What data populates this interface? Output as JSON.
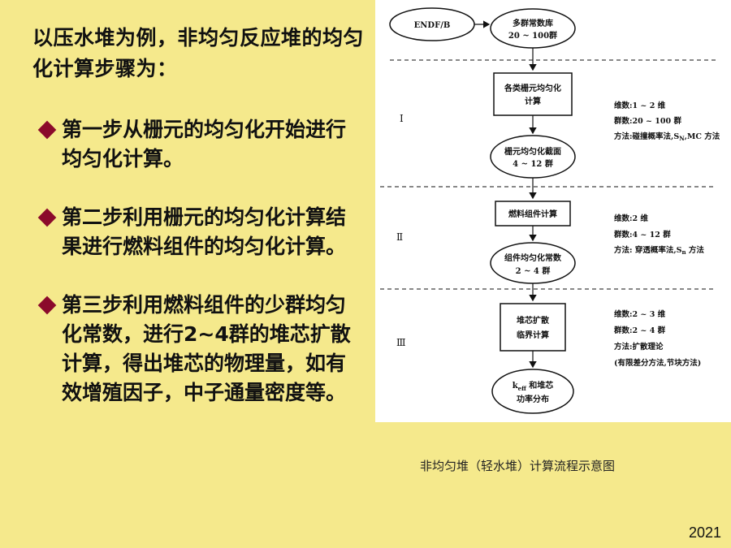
{
  "left": {
    "intro": "以压水堆为例，非均匀反应堆的均匀化计算步骤为：",
    "steps": [
      "第一步从栅元的均匀化开始进行均匀化计算。",
      "第二步利用栅元的均匀化计算结果进行燃料组件的均匀化计算。",
      "第三步利用燃料组件的少群均匀化常数，进行2~4群的堆芯扩散计算，得出堆芯的物理量，如有效增殖因子，中子通量密度等。"
    ]
  },
  "diagram": {
    "endf": "ENDF/B",
    "library": [
      "多群常数库",
      "20 ~ 100群"
    ],
    "cell_homog": [
      "各类栅元均匀化",
      "计算"
    ],
    "cell_xs": [
      "栅元均匀化截面",
      "4 ~ 12 群"
    ],
    "assembly_calc": "燃料组件计算",
    "assembly_const": [
      "组件均匀化常数",
      "2 ~ 4 群"
    ],
    "core_diffusion": [
      "堆芯扩散",
      "临界计算"
    ],
    "output": [
      "k",
      "eff",
      " 和堆芯",
      "功率分布"
    ],
    "stages": [
      "Ⅰ",
      "Ⅱ",
      "Ⅲ"
    ],
    "notes1": [
      "维数:1 ~ 2 维",
      "群数:20 ~ 100 群",
      "方法:碰撞概率法,S",
      "N",
      ",MC 方法"
    ],
    "notes2": [
      "维数:2 维",
      "群数:4 ~ 12 群",
      "方法: 穿透概率法,S",
      "n",
      " 方法"
    ],
    "notes3": [
      "维数:2 ~ 3 维",
      "群数:2 ~ 4 群",
      "方法:扩散理论",
      "(有限差分方法,节块方法)"
    ]
  },
  "caption": "非均匀堆（轻水堆）计算流程示意图",
  "footer": "2021",
  "colors": {
    "background": "#F5E98C",
    "bullet": "#8B0A2B",
    "panel": "#FFFFFF"
  }
}
